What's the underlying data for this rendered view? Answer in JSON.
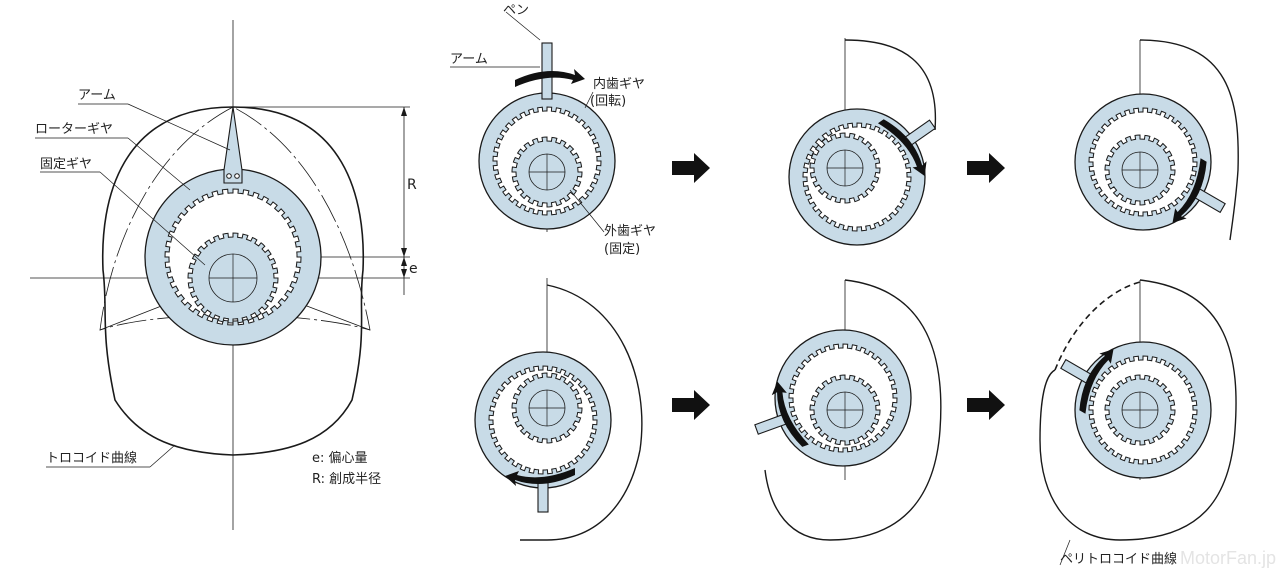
{
  "main_figure": {
    "labels": {
      "arm": "アーム",
      "rotor_gear": "ローターギヤ",
      "fixed_gear": "固定ギヤ",
      "trochoid_curve": "トロコイド曲線",
      "R": "R",
      "e": "e"
    },
    "legend": [
      "e: 偏心量",
      "R: 創成半径"
    ]
  },
  "steps": {
    "labels": {
      "pen": "ペン",
      "arm": "アーム",
      "internal_gear": "内歯ギヤ",
      "internal_gear_note": "(回転)",
      "external_gear": "外歯ギヤ",
      "external_gear_note": "(固定)",
      "peritrochoid_curve": "ペリトロコイド曲線"
    }
  },
  "watermark": "MotorFan.jp",
  "colors": {
    "gear_fill": "#c8dbe7",
    "line": "#1a1a1a",
    "arrow": "#111111"
  }
}
